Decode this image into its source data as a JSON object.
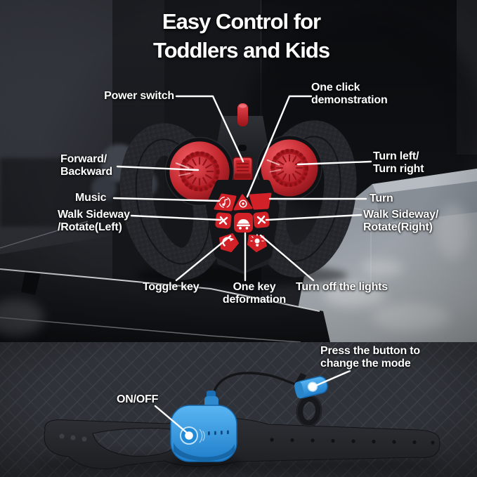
{
  "title": "Easy Control for\nToddlers and Kids",
  "remote_section": {
    "callouts": {
      "power_switch": "Power switch",
      "one_click": "One click\ndemonstration",
      "forward_backward": "Forward/\nBackward",
      "turn_left_right": "Turn left/\nTurn right",
      "music": "Music",
      "turn": "Turn",
      "walk_rotate_left": "Walk Sideway\n/Rotate(Left)",
      "walk_rotate_right": "Walk Sideway/\nRotate(Right)",
      "toggle_key": "Toggle key",
      "one_key_deformation": "One key\ndeformation",
      "turn_off_lights": "Turn off the lights"
    },
    "button_icons": [
      "music-note-icon",
      "target-circle-icon",
      "blank-turn-key",
      "cross-arrows-icon-left",
      "car-deformation-icon",
      "cross-arrows-icon-right",
      "rotate-arrow-icon",
      "light-bulb-icon",
      "red-antenna",
      "red-power-switch",
      "left-red-knob",
      "right-red-knob"
    ]
  },
  "wristband_section": {
    "callouts": {
      "press_button": "Press the button to\nchange the mode",
      "on_off": "ON/OFF"
    }
  },
  "colors": {
    "label_text": "#ffffff",
    "button_red": "#d32128",
    "device_blue": "#2f93dd",
    "strap_black": "#26282c",
    "platform_gray": "#9aa0a8",
    "background_dark": "#17191d"
  }
}
